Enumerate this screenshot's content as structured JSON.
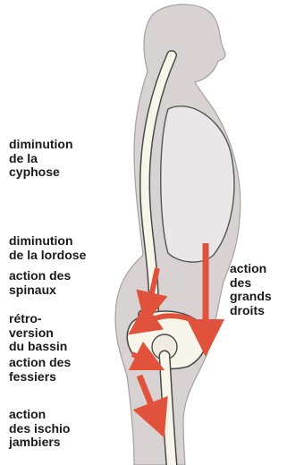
{
  "labels": {
    "cyphose": [
      "diminution",
      "de la",
      "cyphose"
    ],
    "lordose": [
      "diminution",
      "de la lordose"
    ],
    "spinaux": [
      "action des",
      "spinaux"
    ],
    "bassin": [
      "rétro-",
      "version",
      "du bassin"
    ],
    "fessiers": [
      "action des",
      "fessiers"
    ],
    "ischio": [
      "action",
      "des ischio",
      "jambiers"
    ],
    "grands_droits": [
      "action",
      "des",
      "grands",
      "droits"
    ]
  },
  "colors": {
    "background": "#ffffff",
    "body_fill": "#d8d2d2",
    "bone": "#f8f6ea",
    "bone_outline": "#4a4a4a",
    "ribcage": "#e9e7e7",
    "arrow": "#e0523c",
    "text": "#1a1a1a"
  }
}
